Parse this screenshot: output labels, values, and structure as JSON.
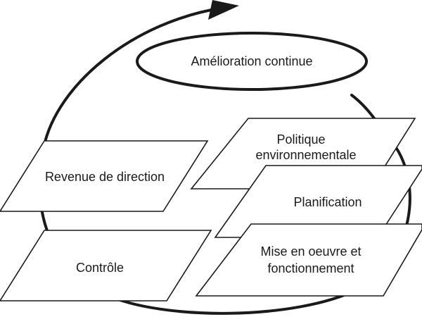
{
  "diagram": {
    "title_ellipse": {
      "label": "Amélioration continue"
    },
    "steps": {
      "politique": {
        "line1": "Politique",
        "line2": "environnementale"
      },
      "planification": {
        "label": "Planification"
      },
      "mise_en_oeuvre": {
        "line1": "Mise en oeuvre et",
        "line2": "fonctionnement"
      },
      "controle": {
        "label": "Contrôle"
      },
      "revue": {
        "label": "Revenue de direction"
      }
    }
  }
}
